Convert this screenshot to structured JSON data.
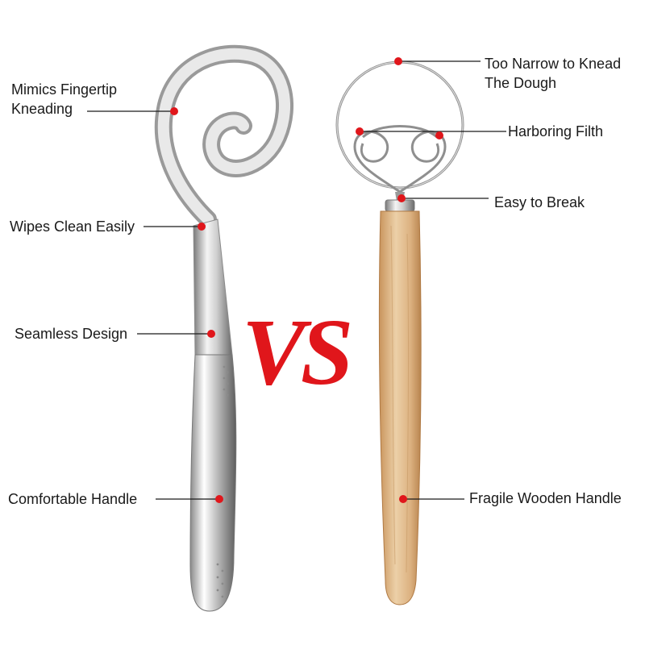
{
  "colors": {
    "accent_red": "#e0161b",
    "steel_light": "#f2f2f2",
    "steel_dark": "#6e6e6e",
    "wood_light": "#e8c79d",
    "wood_dark": "#c9945c",
    "leader": "#1a1a1a"
  },
  "center_text": "VS",
  "left_tool": {
    "labels": [
      {
        "lines": [
          "Mimics Fingertip",
          "Kneading"
        ]
      },
      {
        "lines": [
          "Wipes Clean Easily"
        ]
      },
      {
        "lines": [
          "Seamless Design"
        ]
      },
      {
        "lines": [
          "Comfortable Handle"
        ]
      }
    ]
  },
  "right_tool": {
    "labels": [
      {
        "lines": [
          "Too Narrow to Knead",
          "The Dough"
        ]
      },
      {
        "lines": [
          "Harboring Filth"
        ]
      },
      {
        "lines": [
          "Easy to Break"
        ]
      },
      {
        "lines": [
          "Fragile Wooden Handle"
        ]
      }
    ]
  }
}
